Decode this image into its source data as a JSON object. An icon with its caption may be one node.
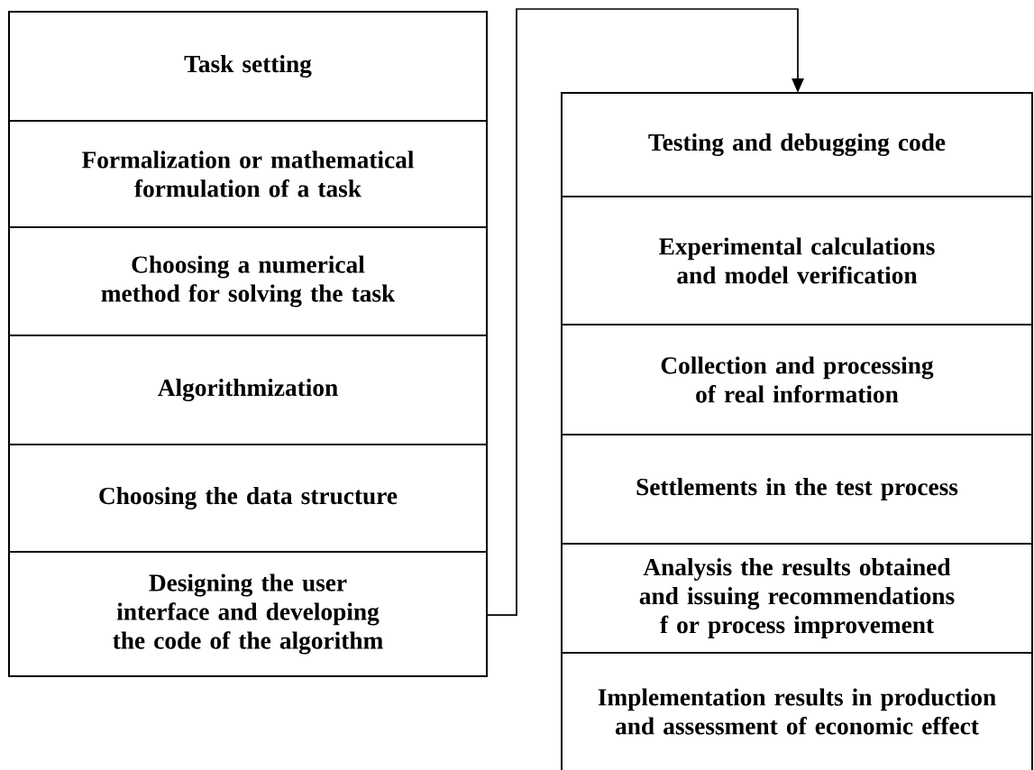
{
  "diagram": {
    "nodes": [
      {
        "text": [
          "Task setting"
        ]
      },
      {
        "text": [
          "Formalization or mathematical formulation of a task"
        ]
      },
      {
        "text": [
          "Choosing a numerical method for solving the task"
        ]
      },
      {
        "text": [
          "Algorithmization"
        ]
      },
      {
        "text": [
          "Choosing the data structure"
        ]
      },
      {
        "text": [
          "Designing the user interface and developing the code of the algorithm"
        ]
      },
      {
        "text": [
          "Testing and debugging code"
        ]
      },
      {
        "text": [
          "Experimental calculations and model verification"
        ]
      },
      {
        "text": [
          "Collection and processing of real information"
        ]
      },
      {
        "text": [
          "Settlements in the test process"
        ]
      },
      {
        "text": [
          "Analysis the results obtained and issuing recommendations f or process improvement"
        ]
      },
      {
        "text": [
          "Implementation results in production and assessment of economic effect"
        ]
      }
    ],
    "edges": [
      {
        "from": 5,
        "to": 6,
        "arrow": "to"
      }
    ]
  }
}
